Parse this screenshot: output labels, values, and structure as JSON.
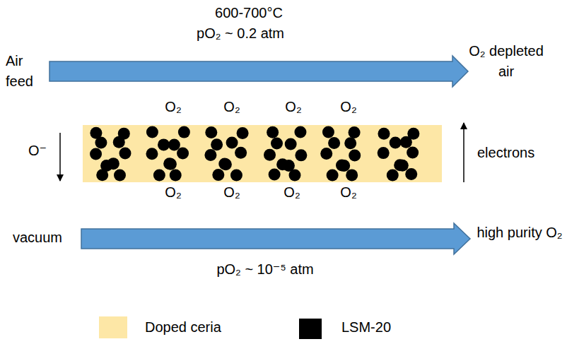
{
  "diagram": {
    "labels": [
      "600-700°C",
      "pO₂ ~ 0.2 atm",
      "Air feed",
      "O₂ depleted air",
      "O₂",
      "O₂",
      "O₂",
      "O₂",
      "O⁻",
      "electrons",
      "O₂",
      "O₂",
      "O₂",
      "O₂",
      "vacuum",
      "high purity O₂",
      "pO₂ ~ 10⁻⁵ atm"
    ],
    "legend": [
      {
        "text": "Doped ceria",
        "color": "#fde7a6"
      },
      {
        "text": "LSM-20",
        "color": "#000000"
      }
    ]
  }
}
